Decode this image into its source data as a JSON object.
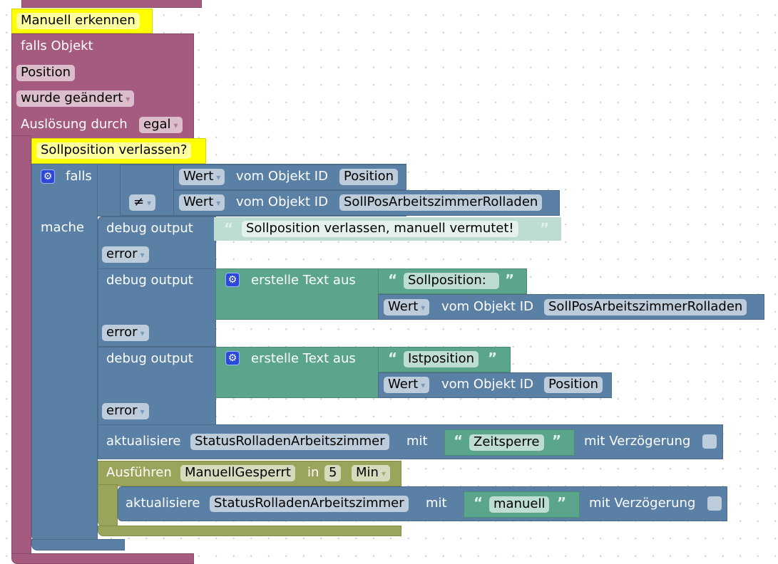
{
  "workspace": {
    "comment_top": "Manuell erkennen",
    "trigger": {
      "label": "falls Objekt",
      "object": "Position",
      "condition": "wurde geändert",
      "trigger_by_label": "Auslösung durch",
      "trigger_by": "egal"
    },
    "comment_if": "Sollposition verlassen?",
    "if_block": {
      "if_label": "falls",
      "do_label": "mache",
      "operator": "≠",
      "left": {
        "mode": "Wert",
        "label": "vom Objekt ID",
        "object": "Position"
      },
      "right": {
        "mode": "Wert",
        "label": "vom Objekt ID",
        "object": "SollPosArbeitszimmerRolladen"
      }
    },
    "debug1": {
      "label": "debug output",
      "text": "Sollposition verlassen, manuell vermutet!",
      "level": "error"
    },
    "debug2": {
      "label": "debug output",
      "join_label": "erstelle Text aus",
      "text": "Sollposition:",
      "value": {
        "mode": "Wert",
        "label": "vom Objekt ID",
        "object": "SollPosArbeitszimmerRolladen"
      },
      "level": "error"
    },
    "debug3": {
      "label": "debug output",
      "join_label": "erstelle Text aus",
      "text": "Istposition",
      "value": {
        "mode": "Wert",
        "label": "vom Objekt ID",
        "object": "Position"
      },
      "level": "error"
    },
    "update1": {
      "label": "aktualisiere",
      "object": "StatusRolladenArbeitszimmer",
      "with": "mit",
      "text": "Zeitsperre",
      "delay_label": "mit Verzögerung"
    },
    "timeout": {
      "label": "Ausführen",
      "name": "ManuellGesperrt",
      "in": "in",
      "value": "5",
      "unit": "Min"
    },
    "update2": {
      "label": "aktualisiere",
      "object": "StatusRolladenArbeitszimmer",
      "with": "mit",
      "text": "manuell",
      "delay_label": "mit Verzögerung"
    },
    "dropdown_glyph": "▾",
    "open_quote": "“",
    "close_quote": "”",
    "gear_glyph": "⚙"
  }
}
